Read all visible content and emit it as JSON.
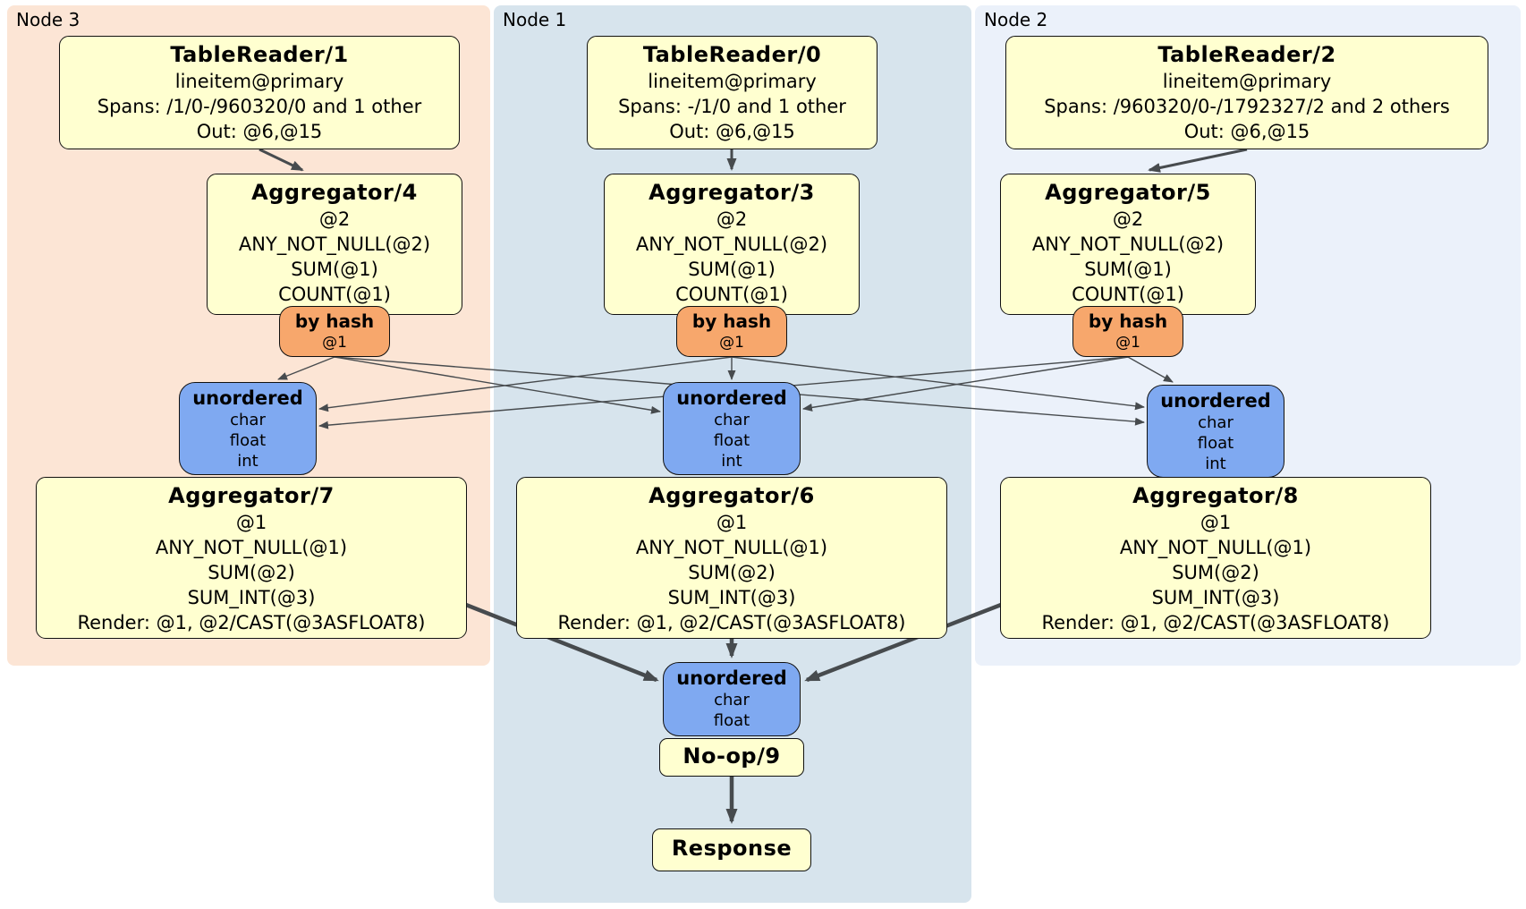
{
  "regions": [
    {
      "label": "Node 3"
    },
    {
      "label": "Node 1"
    },
    {
      "label": "Node 2"
    }
  ],
  "processors": {
    "tr1": {
      "title": "TableReader/1",
      "lines": [
        "lineitem@primary",
        "Spans: /1/0-/960320/0 and 1 other",
        "Out: @6,@15"
      ]
    },
    "tr0": {
      "title": "TableReader/0",
      "lines": [
        "lineitem@primary",
        "Spans: -/1/0 and 1 other",
        "Out: @6,@15"
      ]
    },
    "tr2": {
      "title": "TableReader/2",
      "lines": [
        "lineitem@primary",
        "Spans: /960320/0-/1792327/2 and 2 others",
        "Out: @6,@15"
      ]
    },
    "agg4": {
      "title": "Aggregator/4",
      "lines": [
        "@2",
        "ANY_NOT_NULL(@2)",
        "SUM(@1)",
        "COUNT(@1)"
      ]
    },
    "agg3": {
      "title": "Aggregator/3",
      "lines": [
        "@2",
        "ANY_NOT_NULL(@2)",
        "SUM(@1)",
        "COUNT(@1)"
      ]
    },
    "agg5": {
      "title": "Aggregator/5",
      "lines": [
        "@2",
        "ANY_NOT_NULL(@2)",
        "SUM(@1)",
        "COUNT(@1)"
      ]
    },
    "agg7": {
      "title": "Aggregator/7",
      "lines": [
        "@1",
        "ANY_NOT_NULL(@1)",
        "SUM(@2)",
        "SUM_INT(@3)",
        "Render: @1, @2/CAST(@3ASFLOAT8)"
      ]
    },
    "agg6": {
      "title": "Aggregator/6",
      "lines": [
        "@1",
        "ANY_NOT_NULL(@1)",
        "SUM(@2)",
        "SUM_INT(@3)",
        "Render: @1, @2/CAST(@3ASFLOAT8)"
      ]
    },
    "agg8": {
      "title": "Aggregator/8",
      "lines": [
        "@1",
        "ANY_NOT_NULL(@1)",
        "SUM(@2)",
        "SUM_INT(@3)",
        "Render: @1, @2/CAST(@3ASFLOAT8)"
      ]
    },
    "noop": {
      "title": "No-op/9"
    },
    "response": {
      "title": "Response"
    }
  },
  "routers": [
    {
      "label": "by hash",
      "key": "@1"
    },
    {
      "label": "by hash",
      "key": "@1"
    },
    {
      "label": "by hash",
      "key": "@1"
    }
  ],
  "syncs": {
    "left": {
      "label": "unordered",
      "types": [
        "char",
        "float",
        "int"
      ]
    },
    "mid": {
      "label": "unordered",
      "types": [
        "char",
        "float",
        "int"
      ]
    },
    "right": {
      "label": "unordered",
      "types": [
        "char",
        "float",
        "int"
      ]
    },
    "final": {
      "label": "unordered",
      "types": [
        "char",
        "float"
      ]
    }
  },
  "colors": {
    "processor_fill": "#ffffd0",
    "router_fill": "#f7a76c",
    "sync_fill": "#7fa9f1",
    "node3_bg": "#fce5d5",
    "node1_bg": "#d7e4ed",
    "node2_bg": "#ebf1fa",
    "edge": "#474b4e"
  }
}
